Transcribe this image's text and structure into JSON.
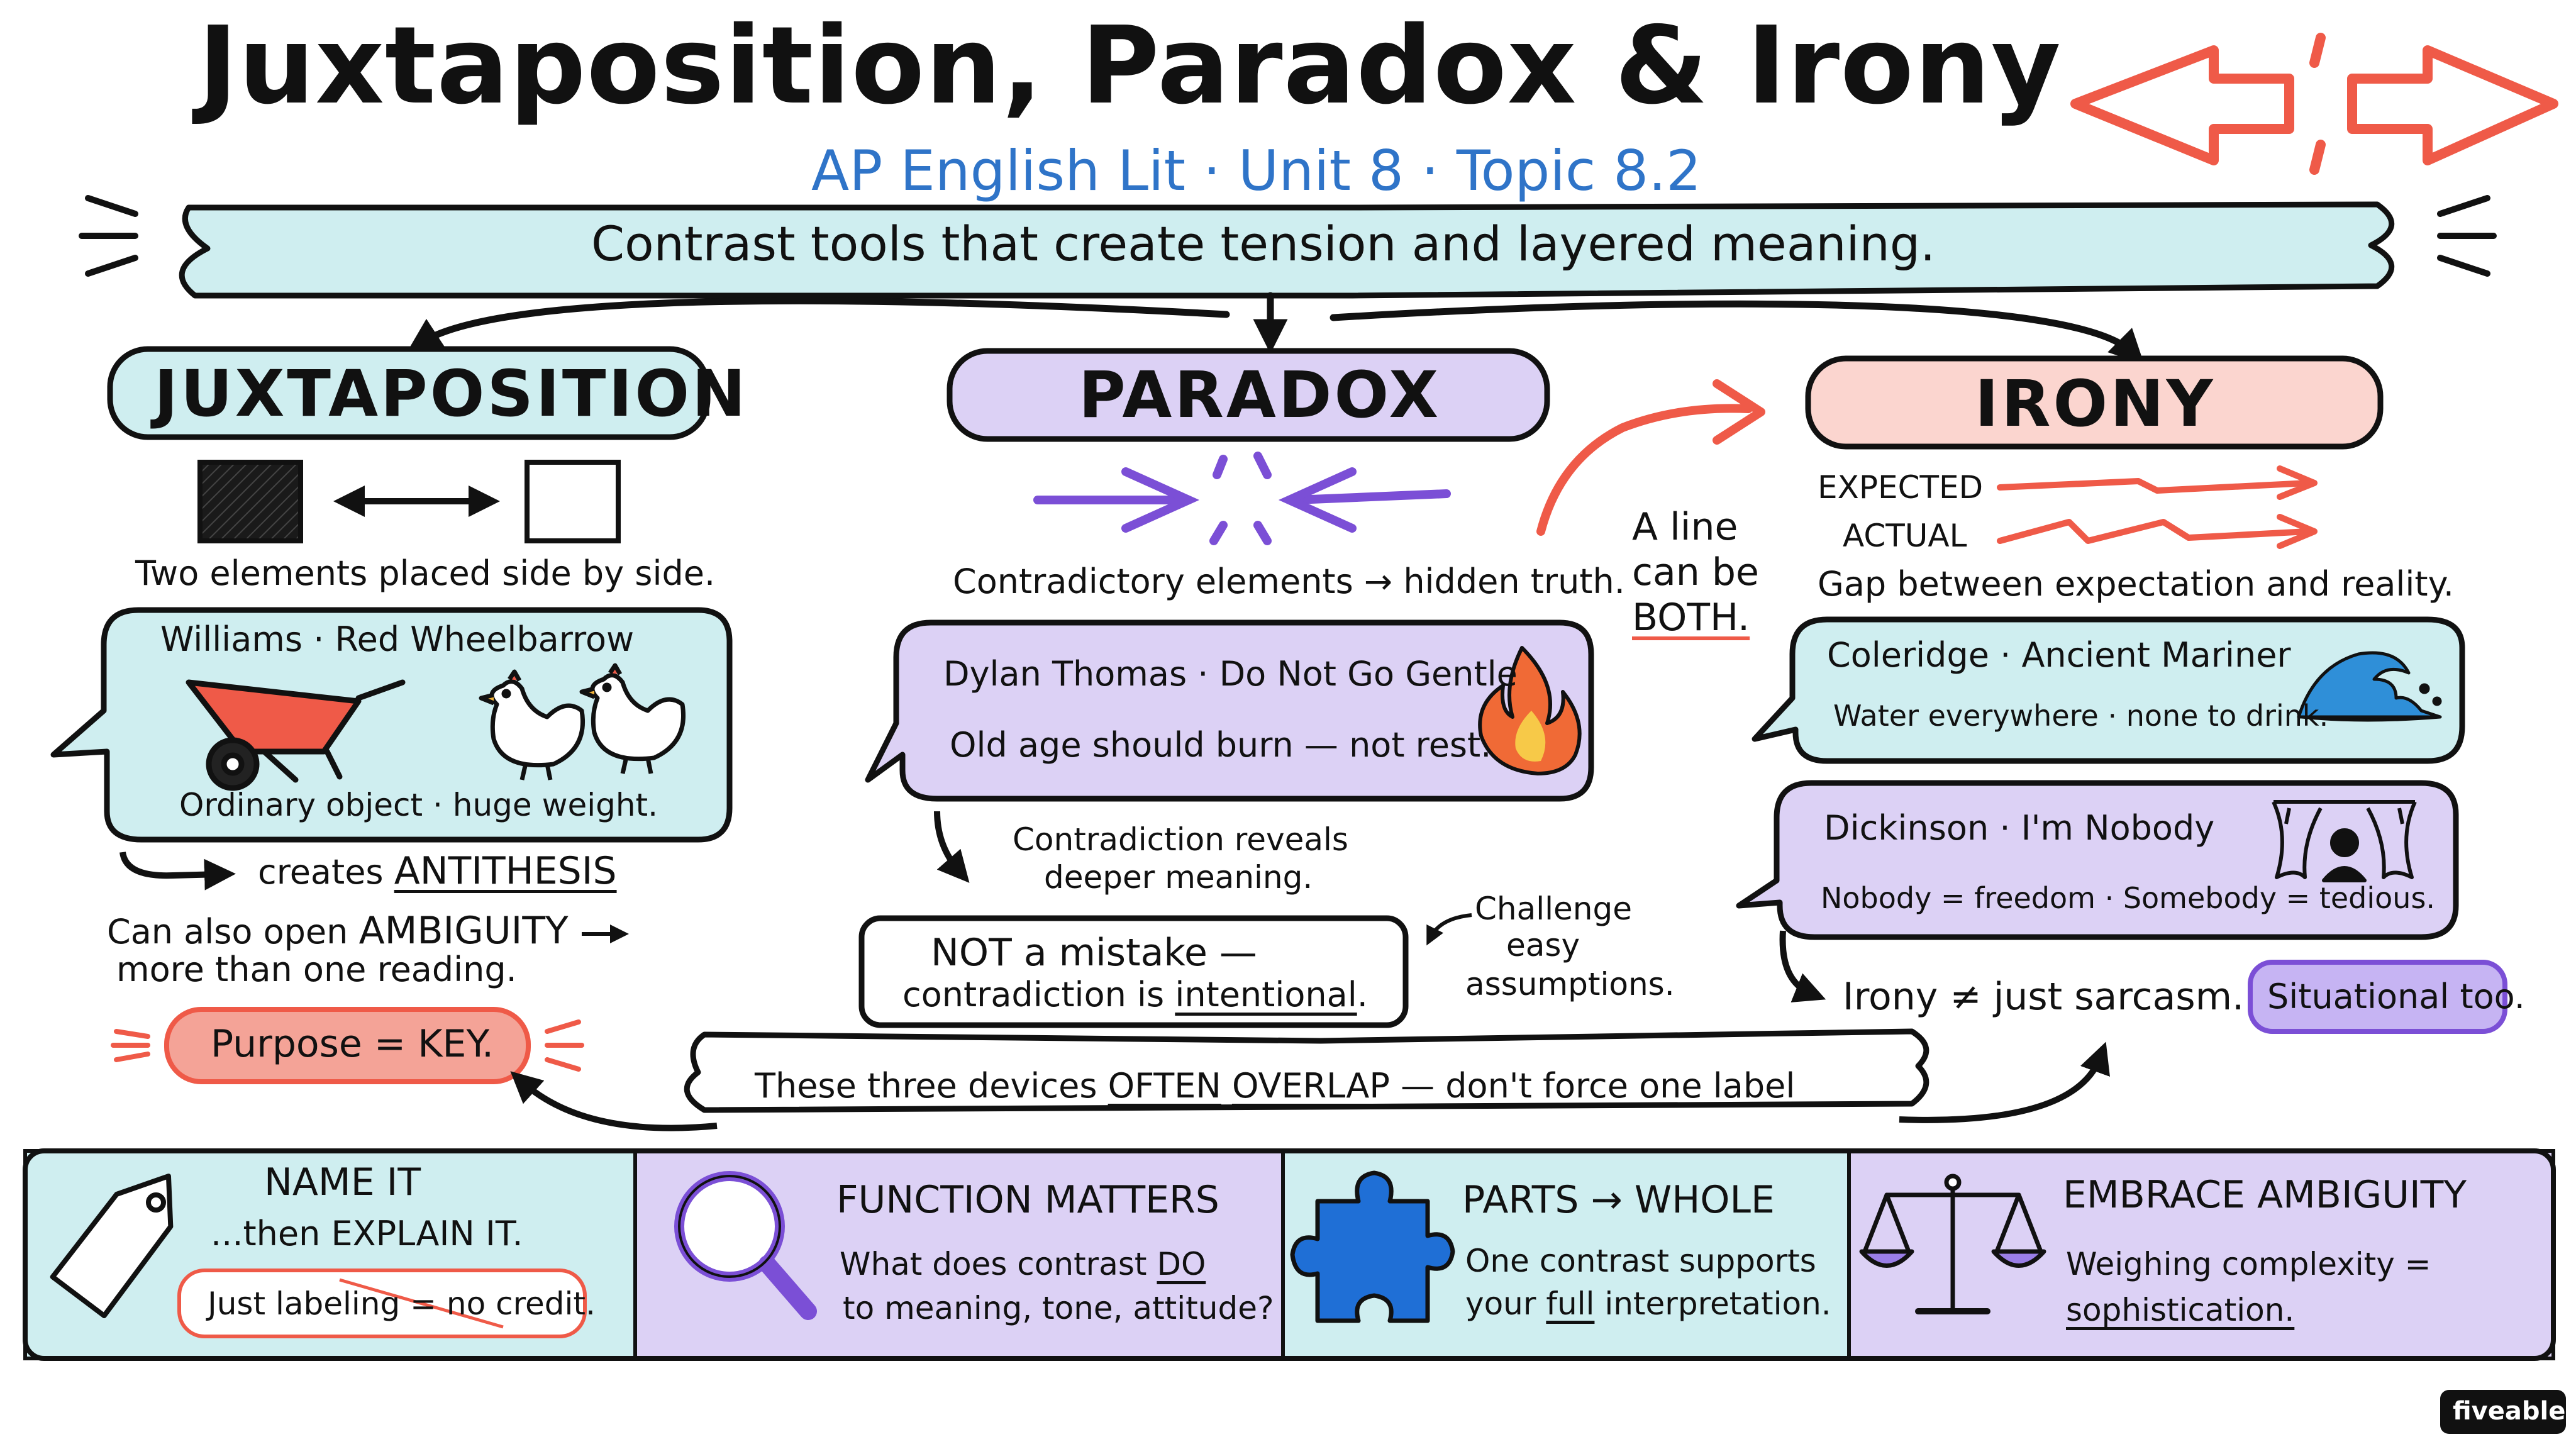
{
  "title": "Juxtaposition, Paradox & Irony",
  "subtitle": "AP English Lit · Unit 8 · Topic 8.2",
  "banner": "Contrast tools that create tension and layered meaning.",
  "colors": {
    "teal": "#cfeef0",
    "purple": "#dcd1f5",
    "salmon": "#fbd5cf",
    "red": "#ef5a48",
    "blue": "#2f74c8",
    "violet": "#7b4fd6"
  },
  "juxtaposition": {
    "heading": "JUXTAPOSITION",
    "definition": "Two elements placed side by side.",
    "example_title": "Williams · Red Wheelbarrow",
    "example_caption": "Ordinary object · huge weight.",
    "creates_prefix": "creates",
    "creates_term": "ANTITHESIS",
    "ambiguity_line1_prefix": "Can also open",
    "ambiguity_term": "AMBIGUITY",
    "ambiguity_line2": "more than one reading.",
    "purpose": "Purpose = KEY."
  },
  "paradox": {
    "heading": "PARADOX",
    "definition": "Contradictory elements → hidden truth.",
    "example_title": "Dylan Thomas · Do Not Go Gentle",
    "example_line": "Old age should burn — not rest.",
    "reveal_line1": "Contradiction reveals",
    "reveal_line2": "deeper meaning.",
    "mistake_line1": "NOT a mistake —",
    "mistake_line2_prefix": "contradiction is",
    "mistake_line2_term": "intentional",
    "mistake_line2_suffix": ".",
    "challenge_line1": "Challenge",
    "challenge_line2": "easy",
    "challenge_line3": "assumptions."
  },
  "both_note": {
    "line1": "A line",
    "line2": "can be",
    "line3": "BOTH."
  },
  "irony": {
    "heading": "IRONY",
    "expected_label": "EXPECTED",
    "actual_label": "ACTUAL",
    "definition": "Gap between expectation and reality.",
    "example1_title": "Coleridge · Ancient Mariner",
    "example1_line": "Water everywhere · none to drink.",
    "example2_title": "Dickinson · I'm Nobody",
    "example2_line": "Nobody = freedom · Somebody = tedious.",
    "sarcasm_line": "Irony ≠ just sarcasm.",
    "situational_badge": "Situational too."
  },
  "overlap": {
    "prefix": "These three devices",
    "term1": "OFTEN",
    "term2": "OVERLAP",
    "suffix": "— don't force one label"
  },
  "tips": [
    {
      "title": "NAME IT",
      "line1": "...then EXPLAIN IT.",
      "strike_text": "Just labeling = no credit.",
      "icon": "tag-icon"
    },
    {
      "title": "FUNCTION MATTERS",
      "line1_prefix": "What does contrast",
      "line1_term": "DO",
      "line2": "to meaning, tone, attitude?",
      "icon": "magnifier-icon"
    },
    {
      "title": "PARTS → WHOLE",
      "line1": "One contrast supports",
      "line2_prefix": "your",
      "line2_term": "full",
      "line2_suffix": "interpretation.",
      "icon": "puzzle-icon"
    },
    {
      "title": "EMBRACE AMBIGUITY",
      "line1": "Weighing complexity =",
      "line2": "sophistication.",
      "icon": "scale-icon"
    }
  ],
  "brand": "fiveable"
}
